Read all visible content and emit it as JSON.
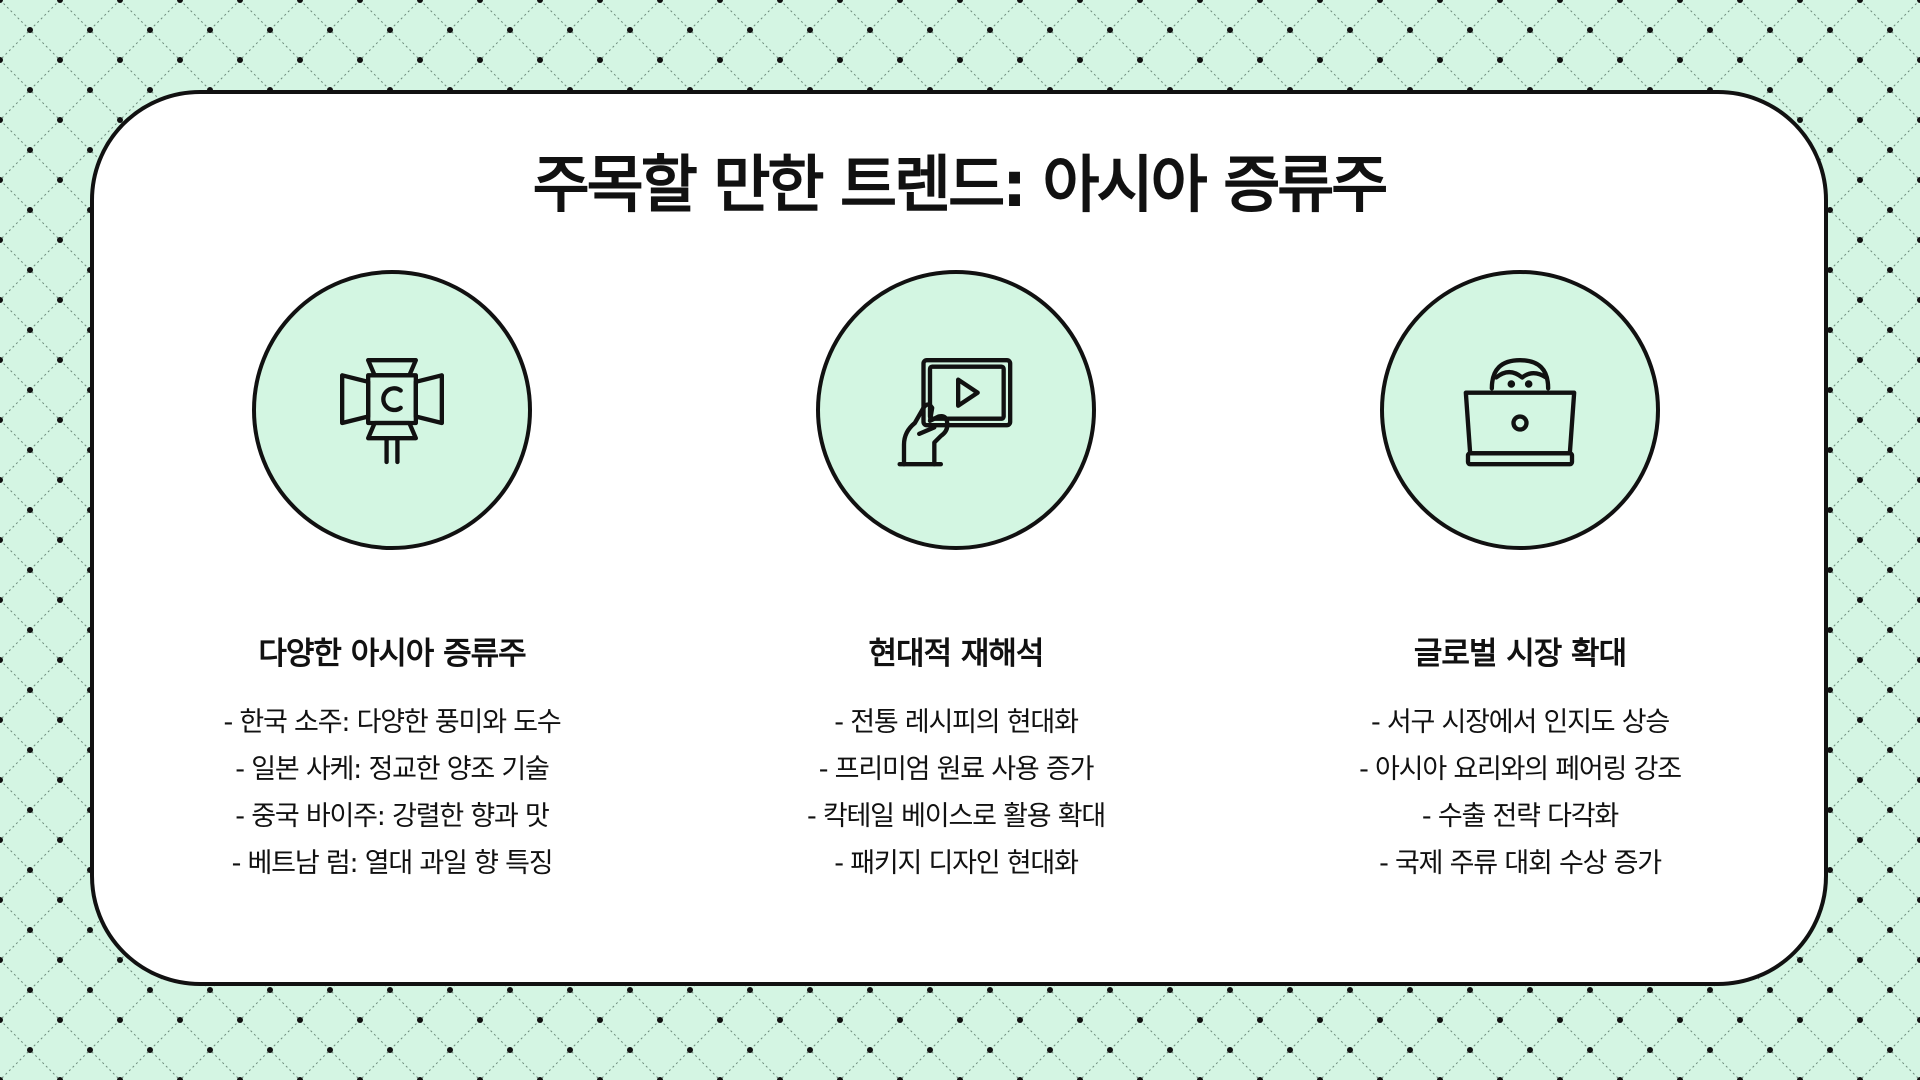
{
  "colors": {
    "background": "#d4f5e3",
    "accent": "#d3f6e2",
    "ink": "#111111",
    "card": "#ffffff"
  },
  "title": "주목할 만한 트렌드: 아시아 증류주",
  "columns": [
    {
      "icon": "stage-spotlight-icon",
      "title": "다양한 아시아 증류주",
      "bullets": [
        "- 한국 소주: 다양한 풍미와 도수",
        "- 일본 사케: 정교한 양조 기술",
        "- 중국 바이주: 강렬한 향과 맛",
        "- 베트남 럼: 열대 과일 향 특징"
      ]
    },
    {
      "icon": "hand-holding-video-tablet-icon",
      "title": "현대적 재해석",
      "bullets": [
        "- 전통 레시피의 현대화",
        "- 프리미엄 원료 사용 증가",
        "- 칵테일 베이스로 활용 확대",
        "- 패키지 디자인 현대화"
      ]
    },
    {
      "icon": "person-laptop-icon",
      "title": "글로벌 시장 확대",
      "bullets": [
        "- 서구 시장에서 인지도 상승",
        "- 아시아 요리와의 페어링 강조",
        "- 수출 전략 다각화",
        "- 국제 주류 대회 수상 증가"
      ]
    }
  ]
}
